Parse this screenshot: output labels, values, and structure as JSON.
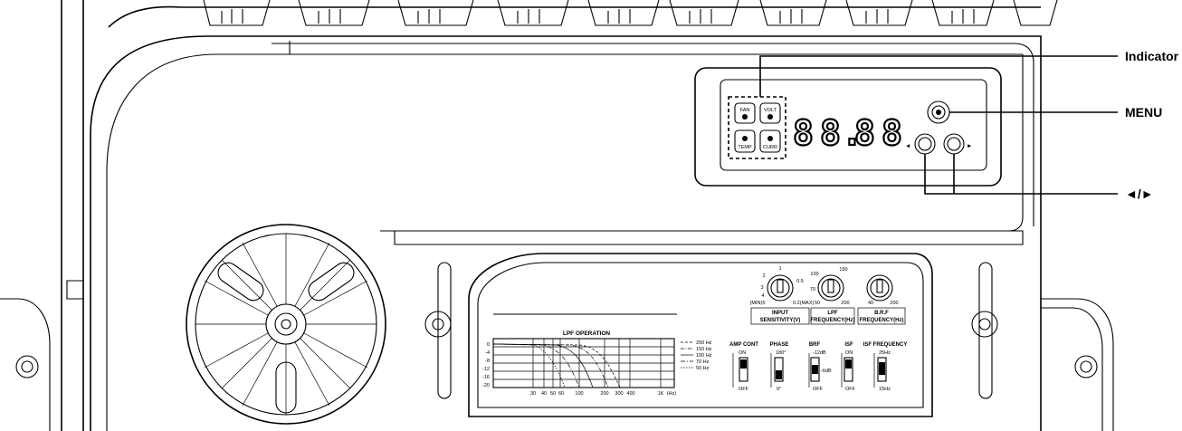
{
  "callouts": {
    "indicator": "Indicator",
    "menu": "MENU",
    "arrows": "◄/►"
  },
  "indicators": {
    "fan": "FAN",
    "volt": "VOLT",
    "temp": "TEMP",
    "curr": "CURR"
  },
  "display": {
    "digit1": "8",
    "digit2": "8",
    "digit3": "8",
    "digit4": "8",
    "dot": ".",
    "arrow_left": "◄",
    "arrow_right": "►"
  },
  "knobs": {
    "input": {
      "label_line1": "INPUT",
      "label_line2": "SENSITIVITY(V)",
      "marks": [
        "1",
        "2",
        "0.5",
        "3",
        "4",
        "(MIN)5",
        "0.2(MAX)"
      ]
    },
    "lpf": {
      "label_line1": "LPF",
      "label_line2": "FREQUENCY(Hz)",
      "marks": [
        "100",
        "150",
        "70",
        "50",
        "200"
      ]
    },
    "brf": {
      "label_line1": "B.R.F",
      "label_line2": "FREQUENCY(Hz)",
      "marks": [
        "40",
        "200"
      ]
    }
  },
  "graph": {
    "title": "LPF OPERATION",
    "y_ticks": [
      "0",
      "-4",
      "-8",
      "-12",
      "-16",
      "-20"
    ],
    "x_ticks": [
      "30",
      "40",
      "50",
      "60",
      "100",
      "200",
      "300",
      "400",
      "1K",
      "(Hz)"
    ],
    "legend": [
      "200 Hz",
      "150 Hz",
      "100 Hz",
      "70 Hz",
      "50 Hz"
    ]
  },
  "switches": {
    "amp_cont": {
      "title": "AMP CONT",
      "top": "ON",
      "bottom": "OFF"
    },
    "phase": {
      "title": "PHASE",
      "top": "180°",
      "bottom": "0°"
    },
    "brf": {
      "title": "BRF",
      "top": "-12dB",
      "mid": "-6dB",
      "bottom": "OFF"
    },
    "isf": {
      "title": "ISF",
      "top": "ON",
      "bottom": "OFF"
    },
    "isf_freq": {
      "title": "ISF FREQUENCY",
      "top": "25Hz",
      "bottom": "15Hz"
    }
  }
}
